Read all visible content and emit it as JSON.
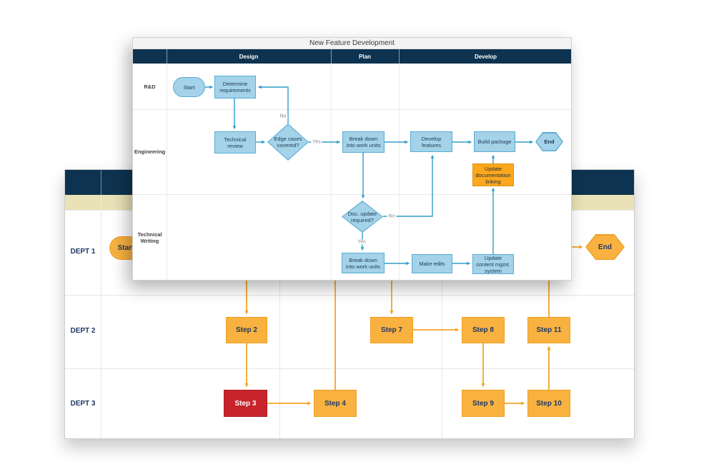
{
  "colors": {
    "navy_header": "#0E3350",
    "tan_band": "#E8E2B6",
    "blue_shape_fill": "#A4D2E8",
    "blue_shape_border": "#58ACD3",
    "blue_connector": "#2E9EC7",
    "orange_step_fill": "#F9B240",
    "orange_highlight_fill": "#FCA81D",
    "alert_red_fill": "#C8242C",
    "orange_connector": "#F5A623"
  },
  "foreground_chart": {
    "title": "New Feature Development",
    "phases": [
      "Design",
      "Plan",
      "Develop"
    ],
    "lanes": [
      "R&D",
      "Engineering",
      "Technical Writing"
    ],
    "nodes": {
      "start": "Start",
      "determine_requirements": "Determine requirements",
      "technical_review": "Technical review",
      "edge_cases_decision": "Edge cases covered?",
      "breakdown_engineering": "Break down into work units",
      "develop_features": "Develop features",
      "build_package": "Build package",
      "end": "End",
      "doc_update_decision": "Doc. update required?",
      "breakdown_writing": "Break down into work units",
      "make_edits": "Make edits",
      "update_content": "Update content mgmt. system",
      "update_documentation": "Update documentation linking"
    },
    "edge_labels": {
      "edge_cases_no": "No",
      "edge_cases_yes": "Yes",
      "doc_update_no": "No",
      "doc_update_yes": "Yes"
    }
  },
  "background_chart": {
    "lanes": [
      "DEPT 1",
      "DEPT 2",
      "DEPT 3"
    ],
    "nodes": {
      "start": "Start",
      "end": "End",
      "step2": "Step 2",
      "step3": "Step 3",
      "step4": "Step 4",
      "step7": "Step 7",
      "step8": "Step 8",
      "step9": "Step 9",
      "step10": "Step 10",
      "step11": "Step 11"
    }
  }
}
